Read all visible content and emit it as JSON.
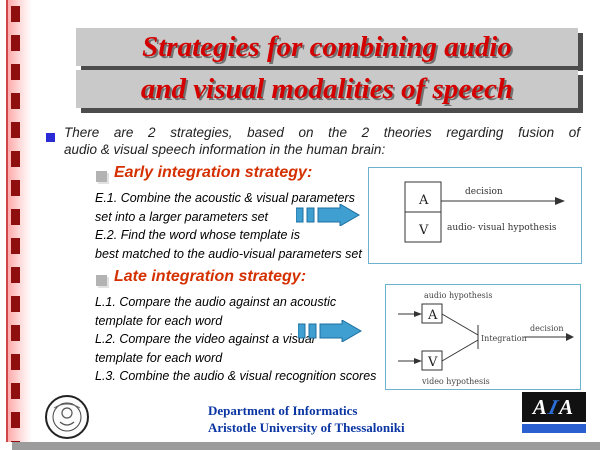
{
  "title": {
    "line1": "Strategies for combining audio",
    "line2": "and visual modalities of speech"
  },
  "intro": {
    "line1": "There are 2 strategies, based on the 2 theories regarding fusion of",
    "line2": "audio & visual speech information in the human brain:"
  },
  "early": {
    "heading": "Early integration strategy:",
    "lines": [
      "E.1. Combine the acoustic & visual parameters",
      "set into a larger parameters set",
      "E.2. Find the word whose template is",
      "best matched to the audio-visual parameters set"
    ],
    "diagram": {
      "box_a": "A",
      "box_v": "V",
      "decision": "decision",
      "hypothesis": "audio- visual hypothesis"
    }
  },
  "late": {
    "heading": "Late integration strategy:",
    "lines": [
      "L.1. Compare the audio against an acoustic",
      "template for each word",
      "L.2. Compare the video against a visual",
      "template for each word",
      "L.3. Combine the audio & visual recognition scores"
    ],
    "diagram": {
      "box_a": "A",
      "box_v": "V",
      "audio_hypothesis": "audio hypothesis",
      "video_hypothesis": "video hypothesis",
      "integration": "Integration",
      "decision": "decision"
    }
  },
  "footer": {
    "department": "Department of Informatics",
    "university": "Aristotle University of Thessaloniki",
    "logo_letter_left": "A",
    "logo_letter_mid": "I",
    "logo_letter_right": "A"
  },
  "colors": {
    "title_red": "#d40000",
    "heading_red": "#d43000",
    "bullet_blue": "#2b2bd6",
    "arrow_blue": "#3f9fd0",
    "footer_blue": "#0a35a3",
    "diagram_border": "#6db3cf"
  }
}
